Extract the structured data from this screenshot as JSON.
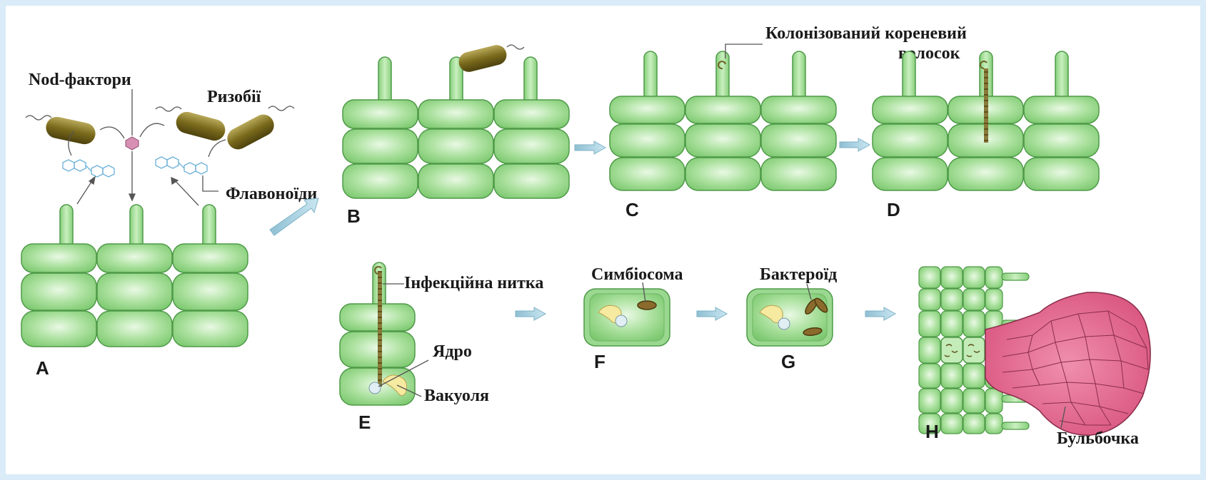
{
  "labels": {
    "nod_factors": "Nod-фактори",
    "rhizobia": "Ризобії",
    "flavonoids": "Флавоноїди",
    "colonized_hair_line1": "Колонізований кореневий",
    "colonized_hair_line2": "волосок",
    "infection_thread": "Інфекційна нитка",
    "nucleus": "Ядро",
    "vacuole": "Вакуоля",
    "symbiosome": "Симбіосома",
    "bacteroid": "Бактероїд",
    "nodule": "Бульбочка"
  },
  "panels": {
    "A": "A",
    "B": "B",
    "C": "C",
    "D": "D",
    "E": "E",
    "F": "F",
    "G": "G",
    "H": "H"
  },
  "colors": {
    "cell_fill": "#9ad890",
    "cell_stroke": "#4e9a48",
    "bacterium": "#7a6a1c",
    "nodule": "#e06a8e",
    "arrow": "#a9cfe0",
    "vacuole": "#f6eaa0"
  }
}
